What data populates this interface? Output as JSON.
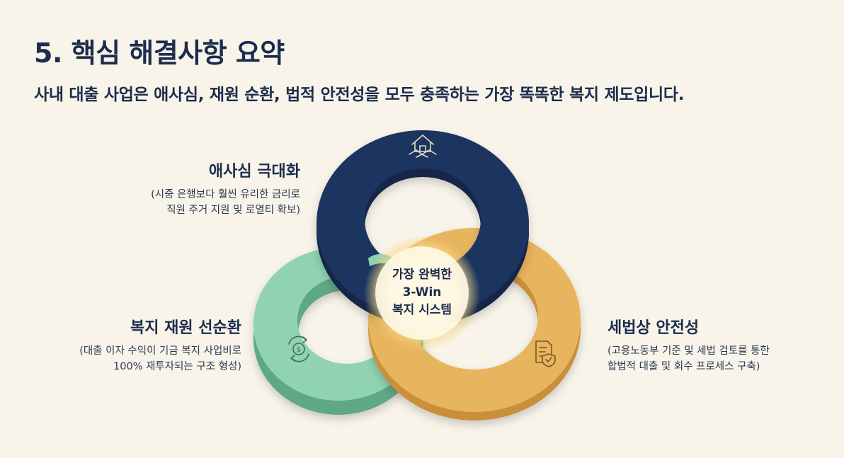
{
  "header": {
    "title": "5. 핵심 해결사항 요약",
    "subtitle": "사내 대출 사업은 애사심, 재원 순환, 법적 안전성을 모두 충족하는 가장 똑똑한 복지 제도입니다."
  },
  "center": {
    "line1": "가장 완벽한",
    "line2": "3-Win",
    "line3": "복지 시스템"
  },
  "items": [
    {
      "title": "애사심 극대화",
      "desc1": "(시중 은행보다 훨씬 유리한 금리로",
      "desc2": "직원 주거 지원 및 로열티 확보)",
      "icon": "house-handshake-icon",
      "color": "#1e3560"
    },
    {
      "title": "복지 재원 선순환",
      "desc1": "(대출 이자 수익이 기금 복지 사업비로",
      "desc2": "100% 재투자되는 구조 형성)",
      "icon": "money-cycle-icon",
      "color": "#8fd3b1"
    },
    {
      "title": "세법상 안전성",
      "desc1": "(고용노동부 기준 및 세법 검토를 통한",
      "desc2": "합법적 대출 및 회수 프로세스 구축)",
      "icon": "document-shield-icon",
      "color": "#e8b55e"
    }
  ]
}
